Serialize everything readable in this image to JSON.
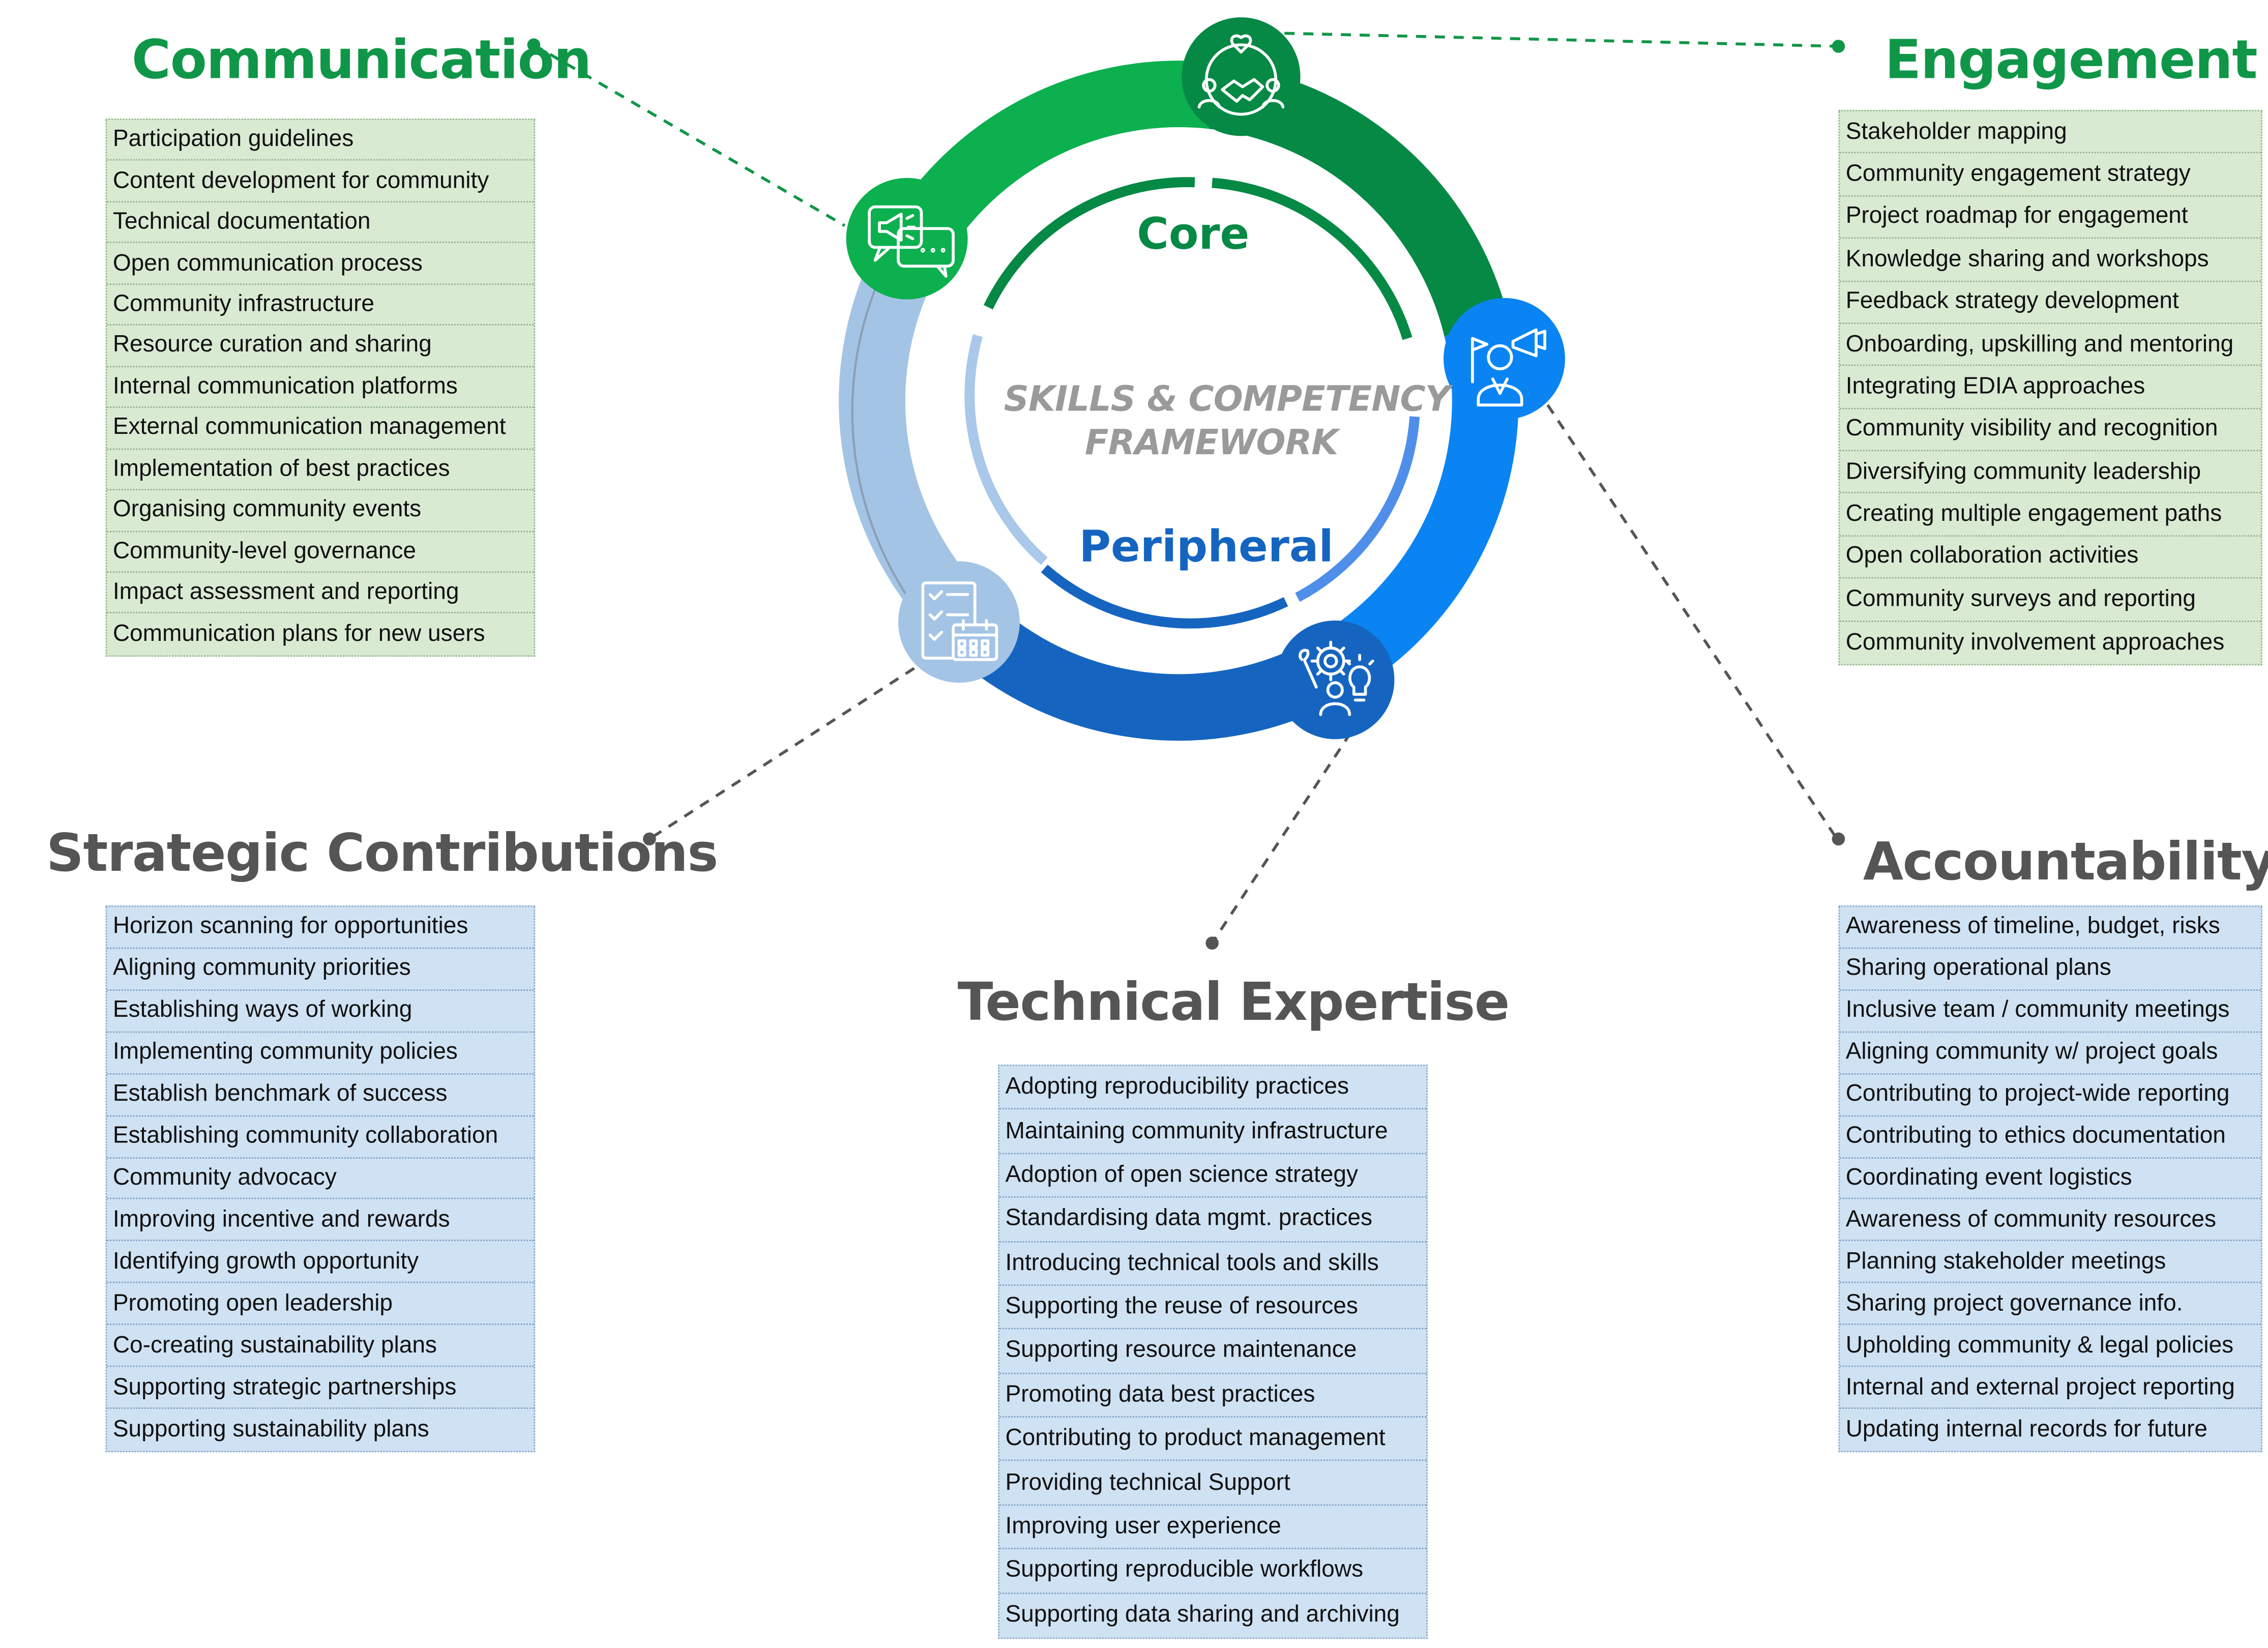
{
  "center": {
    "title_line1": "SKILLS & COMPETENCY",
    "title_line2": "FRAMEWORK",
    "core_label": "Core",
    "peripheral_label": "Peripheral"
  },
  "colors": {
    "green_dark": "#058945",
    "green_light": "#0cb04f",
    "blue_bright": "#0a84f2",
    "blue_dark": "#1565c0",
    "blue_light": "#a4c4e6",
    "heading_green": "#109648",
    "heading_gray": "#555555"
  },
  "sections": {
    "communication": {
      "title": "Communication",
      "items": [
        "Participation guidelines",
        "Content development for community",
        "Technical documentation",
        "Open communication process",
        "Community infrastructure",
        "Resource curation and sharing",
        "Internal communication platforms",
        "External communication management",
        "Implementation of best practices",
        "Organising community events",
        "Community-level governance",
        "Impact assessment and reporting",
        "Communication plans for new users"
      ]
    },
    "engagement": {
      "title": "Engagement",
      "items": [
        "Stakeholder mapping",
        "Community engagement strategy",
        "Project roadmap for engagement",
        "Knowledge sharing and workshops",
        "Feedback strategy development",
        "Onboarding, upskilling and mentoring",
        "Integrating EDIA approaches",
        "Community visibility and recognition",
        "Diversifying community leadership",
        "Creating multiple engagement paths",
        "Open collaboration activities",
        "Community surveys and reporting",
        "Community involvement approaches"
      ]
    },
    "strategic": {
      "title": "Strategic Contributions",
      "items": [
        "Horizon scanning for opportunities",
        "Aligning community priorities",
        "Establishing ways of working",
        "Implementing community policies",
        "Establish benchmark of success",
        "Establishing community collaboration",
        "Community advocacy",
        "Improving incentive and rewards",
        "Identifying growth opportunity",
        "Promoting open leadership",
        "Co-creating sustainability plans",
        "Supporting strategic partnerships",
        "Supporting sustainability plans"
      ]
    },
    "technical": {
      "title": "Technical Expertise",
      "items": [
        "Adopting reproducibility practices",
        "Maintaining community infrastructure",
        "Adoption of open science strategy",
        "Standardising data mgmt. practices",
        "Introducing technical tools and skills",
        "Supporting the reuse of resources",
        "Supporting resource maintenance",
        "Promoting data best practices",
        "Contributing to product management",
        "Providing technical Support",
        "Improving user experience",
        "Supporting reproducible workflows",
        "Supporting data sharing and archiving"
      ]
    },
    "accountability": {
      "title": "Accountability",
      "items": [
        "Awareness of timeline, budget, risks",
        "Sharing operational plans",
        "Inclusive team / community meetings",
        "Aligning community w/ project goals",
        "Contributing to project-wide reporting",
        "Contributing to ethics documentation",
        "Coordinating event logistics",
        "Awareness of community resources",
        "Planning stakeholder meetings",
        "Sharing project governance info.",
        "Upholding community & legal policies",
        "Internal and external project reporting",
        "Updating internal records for future"
      ]
    }
  },
  "icons": {
    "communication": "megaphone-chat-icon",
    "engagement": "handshake-community-icon",
    "accountability": "leader-flags-megaphone-icon",
    "technical": "tools-gear-lightbulb-icon",
    "strategic": "checklist-calendar-icon"
  }
}
